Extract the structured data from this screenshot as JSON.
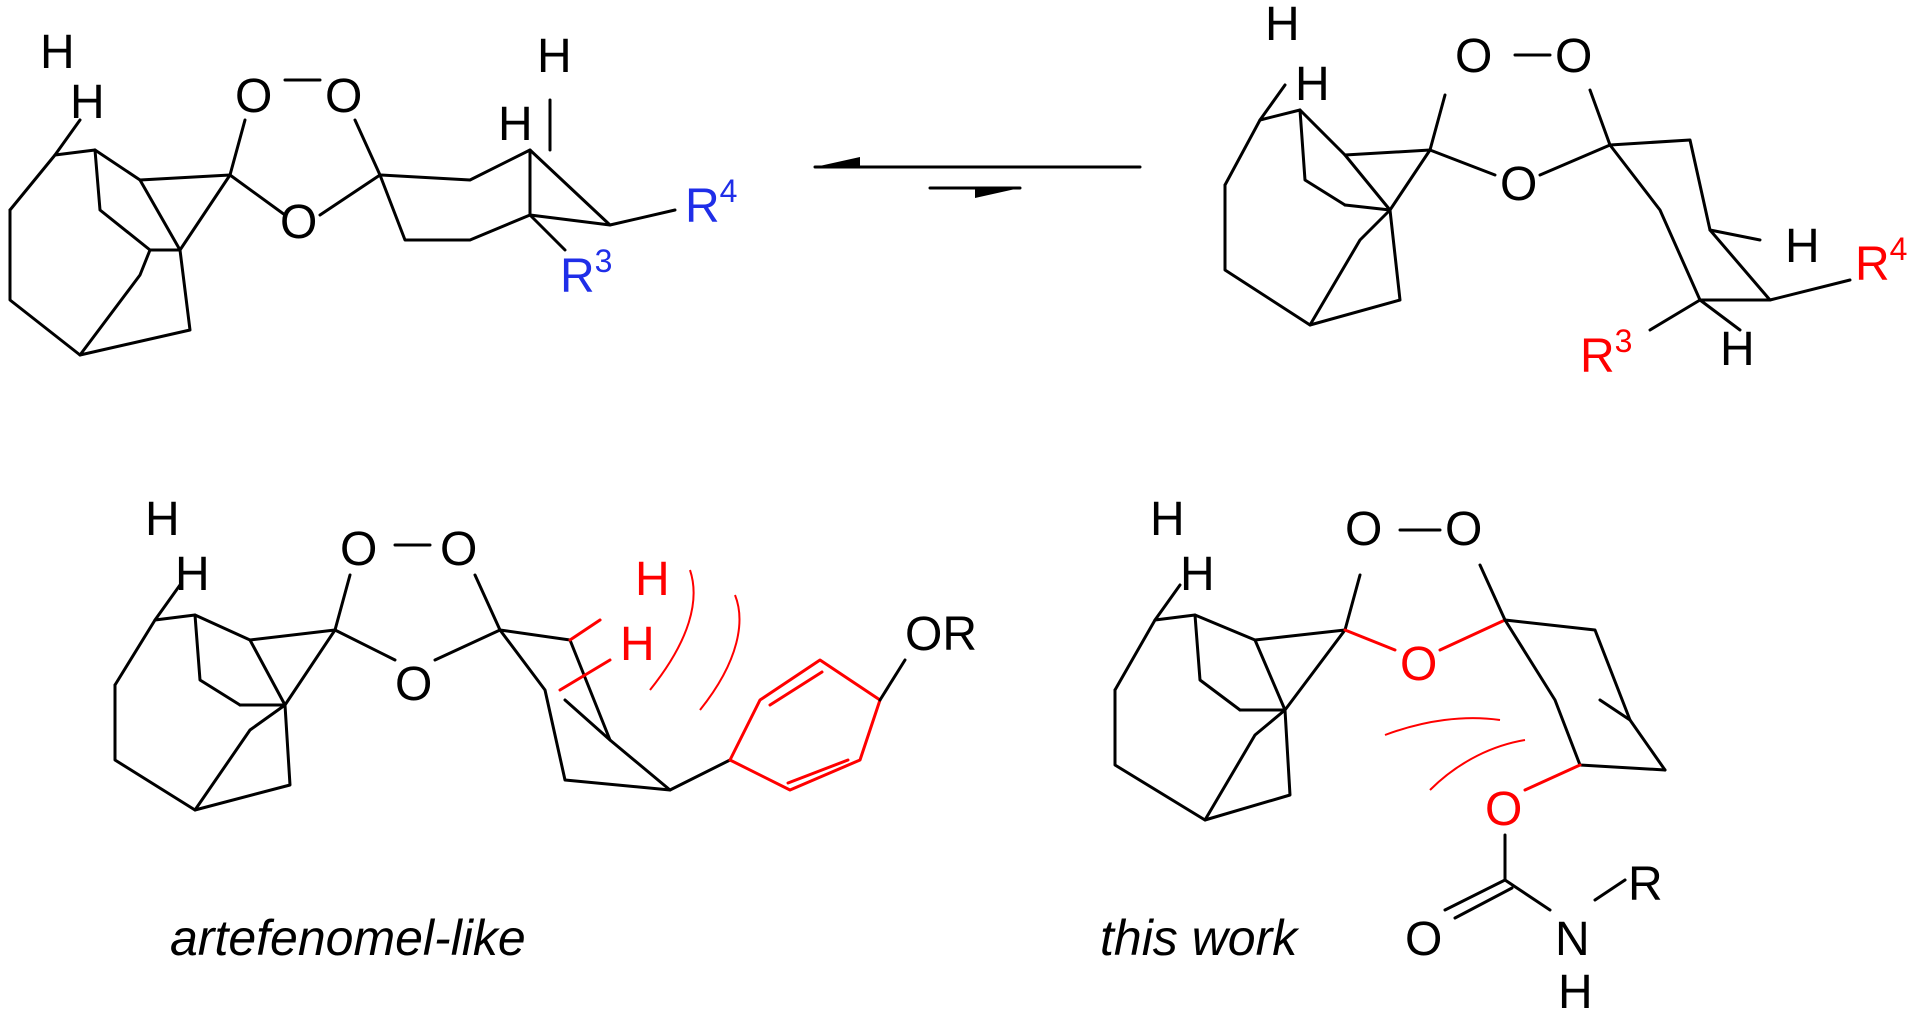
{
  "colors": {
    "bond": "#000000",
    "highlight": "#ff0000",
    "substituent_blue": "#1f2ee8"
  },
  "atoms": {
    "H": "H",
    "O": "O",
    "N": "N",
    "R": "R",
    "OR": "OR",
    "R3_base": "R",
    "R3_sup": "3",
    "R4_base": "R",
    "R4_sup": "4"
  },
  "captions": {
    "left": "artefenomel-like",
    "right": "this work"
  },
  "equilibrium": {
    "arrow_type": "equilibrium-half-arrows"
  }
}
